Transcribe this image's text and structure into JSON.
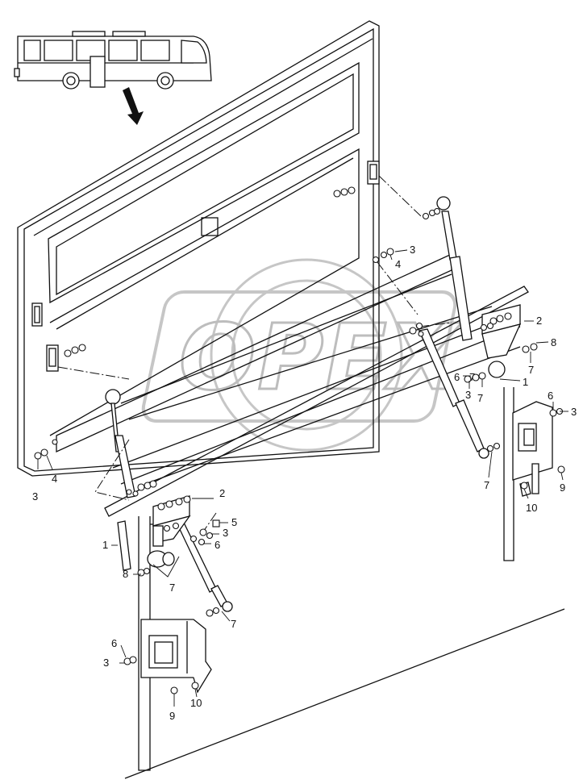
{
  "watermark": {
    "text": "OPEX",
    "color": "#bbbbbb"
  },
  "labels": {
    "l1a": "1",
    "l1b": "1",
    "l2a": "2",
    "l2b": "2",
    "l3a": "3",
    "l3b": "3",
    "l3c": "3",
    "l3d": "3",
    "l3e": "3",
    "l3f": "3",
    "l4a": "4",
    "l4b": "4",
    "l5": "5",
    "l6a": "6",
    "l6b": "6",
    "l6c": "6",
    "l7a": "7",
    "l7b": "7",
    "l7c": "7",
    "l7d": "7",
    "l7e": "7",
    "l7f": "7",
    "l8a": "8",
    "l8b": "8",
    "l9a": "9",
    "l9b": "9",
    "l10a": "10",
    "l10b": "10"
  },
  "colors": {
    "line": "#111111",
    "background": "#ffffff"
  }
}
